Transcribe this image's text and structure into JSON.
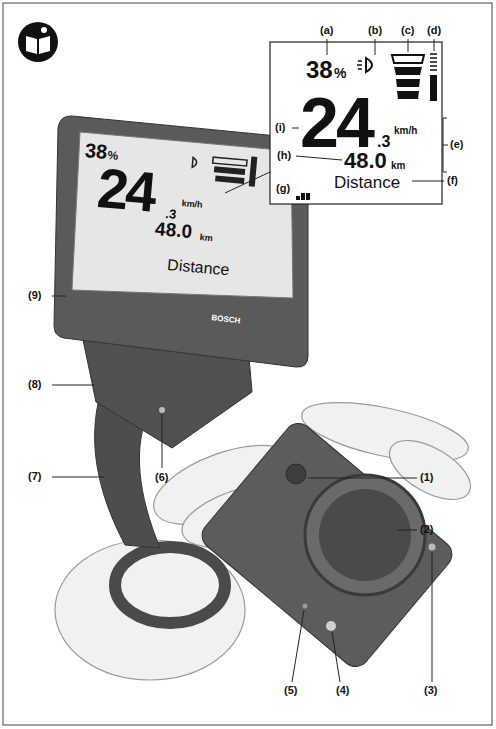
{
  "diagram": {
    "labels": [
      "(a)",
      "(b)",
      "(c)",
      "(d)",
      "38",
      "%",
      "24",
      ".3",
      "km/h",
      "48.0",
      "km",
      "Distance",
      "(e)",
      "(f)",
      "(g)",
      "(h)",
      "(i)",
      "38",
      "%",
      "24",
      ".3",
      "km/h",
      "48.0",
      "km",
      "Distance",
      "BOSCH",
      "(9)",
      "(8)",
      "(7)",
      "(6)",
      "(1)",
      "(2)",
      "(3)",
      "(4)",
      "(5)"
    ]
  }
}
